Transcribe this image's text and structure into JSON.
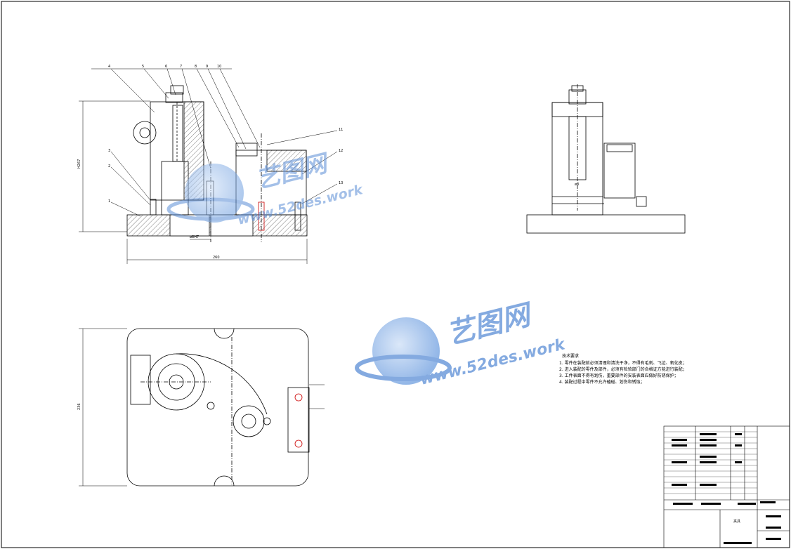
{
  "drawing": {
    "front_view": {
      "part_labels": [
        "4",
        "5",
        "6",
        "7",
        "8",
        "9",
        "10",
        "11",
        "12",
        "13",
        "3",
        "2",
        "1"
      ],
      "dim_height": "Н267",
      "dim_width": "260",
      "dim_hole": "ø8H7"
    },
    "side_view": {
      "dim_dia": "ø8"
    },
    "top_view": {
      "dim_height": "236"
    },
    "tech_notes": {
      "heading": "技术要求",
      "items": [
        "1. 零件在装配前必须清理和清洗干净，不得有毛刺、飞边、氧化皮；",
        "2. 进入装配的零件及部件，必须有检验部门的合格证方能进行装配；",
        "3. 工件表面不得有划伤，重要部件的安装表面应做好防锈保护；",
        "4. 装配过程中零件不允许磕碰、划伤和锈蚀；"
      ]
    },
    "title_block": {
      "center_label": "夹具"
    }
  },
  "watermark": {
    "brand": "艺图网",
    "url": "www.52des.work",
    "color": "#5b8ed6"
  }
}
